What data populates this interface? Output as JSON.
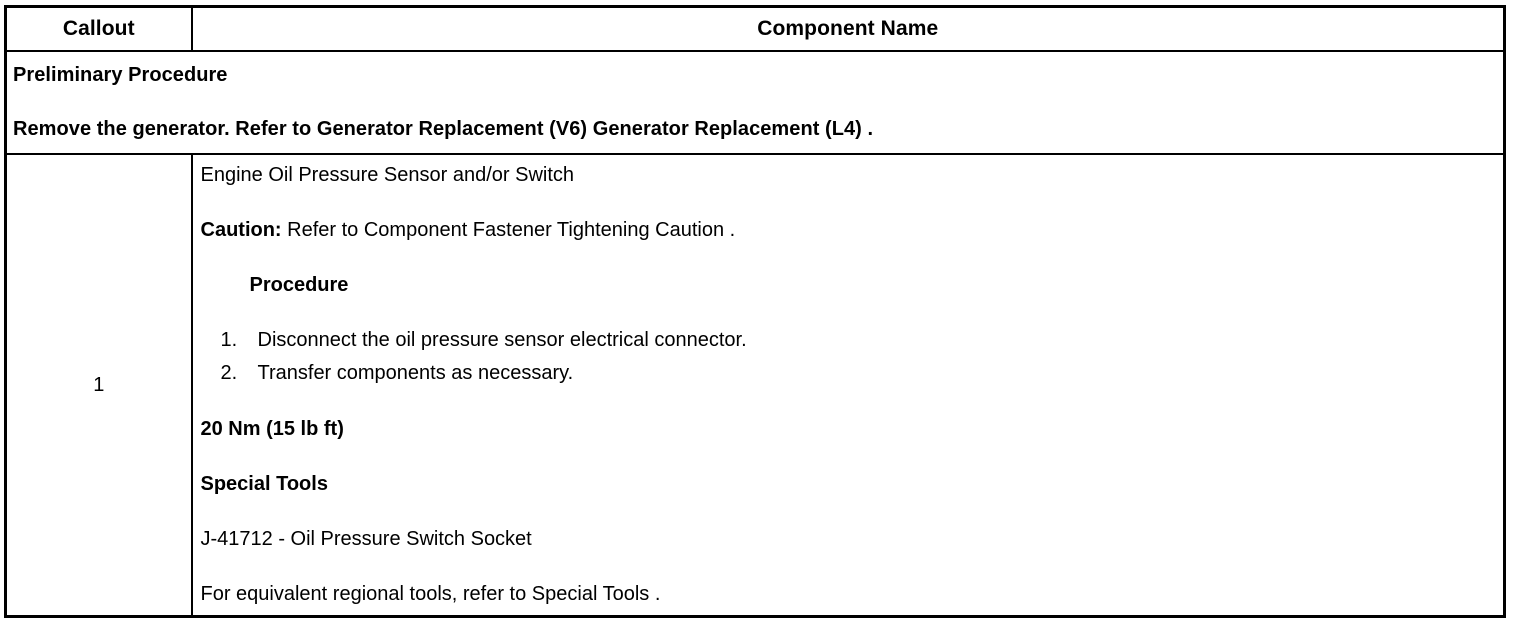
{
  "table": {
    "headers": {
      "callout": "Callout",
      "component_name": "Component Name"
    },
    "preliminary": {
      "title": "Preliminary Procedure",
      "text": "Remove the generator. Refer to Generator Replacement (V6) Generator Replacement (L4) ."
    },
    "rows": [
      {
        "callout": "1",
        "component_title": "Engine Oil Pressure Sensor and/or Switch",
        "caution_label": "Caution:",
        "caution_text": "Refer to Component Fastener Tightening Caution .",
        "procedure_heading": "Procedure",
        "steps": [
          {
            "num": "1.",
            "text": "Disconnect the oil pressure sensor electrical connector."
          },
          {
            "num": "2.",
            "text": "Transfer components as necessary."
          }
        ],
        "torque": "20 Nm (15 lb ft)",
        "special_tools_heading": "Special Tools",
        "special_tool": "J-41712 - Oil Pressure Switch Socket",
        "special_tools_note": "For equivalent regional tools, refer to Special Tools ."
      }
    ]
  },
  "colors": {
    "border": "#000000",
    "text": "#000000",
    "background": "#ffffff"
  }
}
